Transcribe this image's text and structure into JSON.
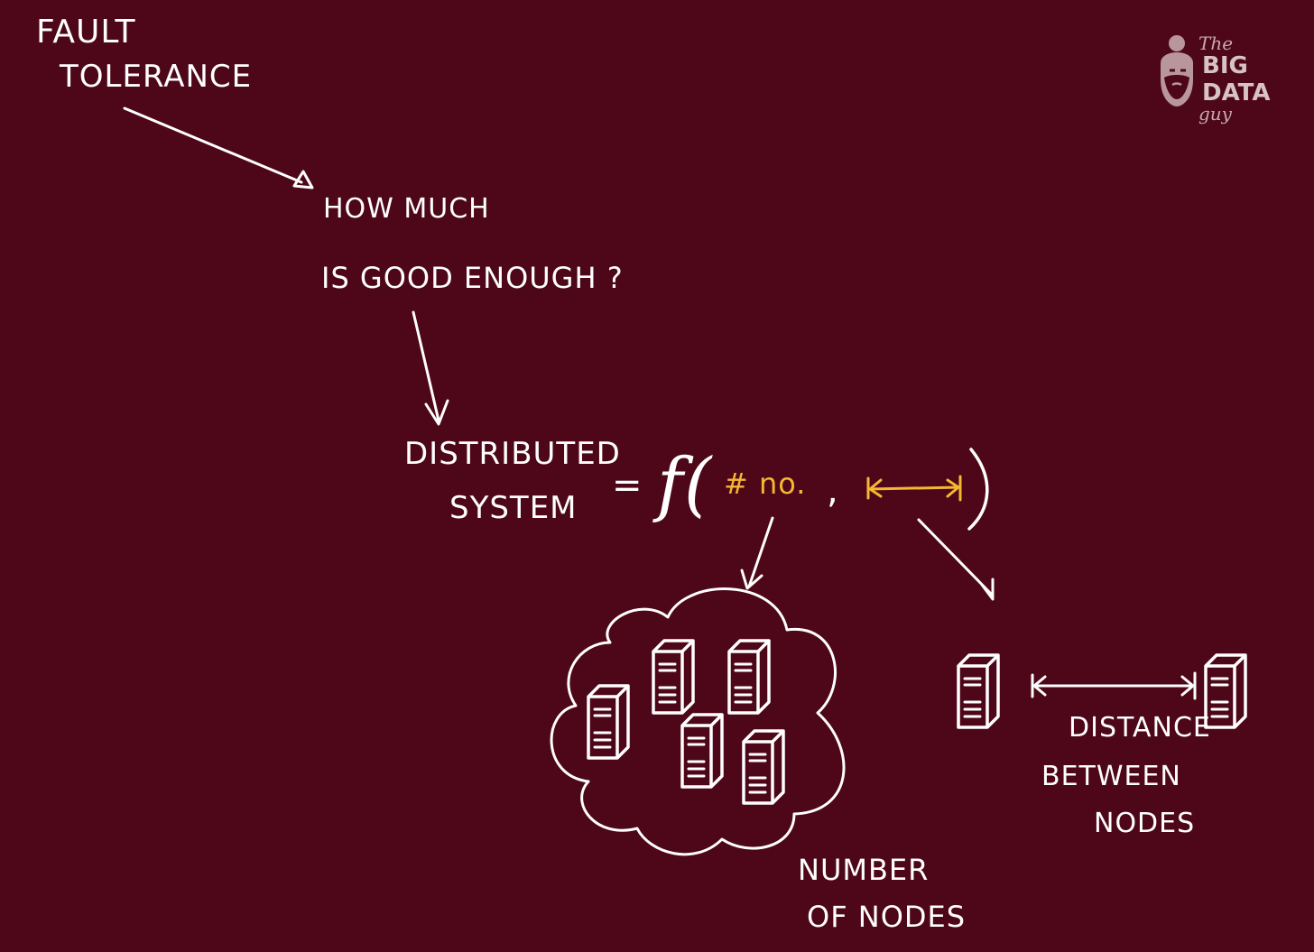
{
  "title": {
    "line1": "FAULT",
    "line2": "TOLERANCE"
  },
  "question": {
    "line1": "HOW MUCH",
    "line2": "IS GOOD ENOUGH ?"
  },
  "equation": {
    "lhs_line1": "DISTRIBUTED",
    "lhs_line2": "SYSTEM",
    "equals": "=",
    "func": "f(",
    "arg1": "# no.",
    "comma": ",",
    "close": ")"
  },
  "labels": {
    "number_line1": "NUMBER",
    "number_line2": "OF NODES",
    "distance_line1": "DISTANCE",
    "distance_line2": "BETWEEN",
    "distance_line3": "NODES"
  },
  "logo": {
    "the": "The",
    "big": "BIG",
    "data": "DATA",
    "guy": "guy"
  },
  "colors": {
    "background": "#4d0719",
    "ink": "#ffffff",
    "accent": "#f4b733"
  },
  "icons": [
    "server-icon",
    "cloud-outline",
    "arrow",
    "double-headed-arrow",
    "bearded-man-logo"
  ]
}
